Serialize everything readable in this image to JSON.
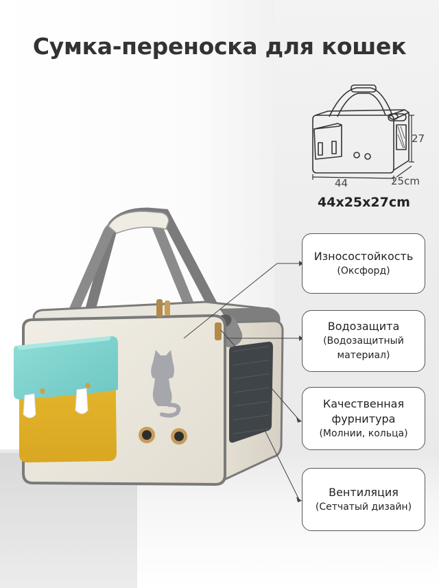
{
  "title": "Сумка-переноска для кошек",
  "dimensions": {
    "length": "44",
    "depth": "25cm",
    "height": "27",
    "summary": "44x25x27cm"
  },
  "features": [
    {
      "title": "Износостойкость",
      "subtitle": "(Оксфорд)"
    },
    {
      "title": "Водозащита",
      "subtitle": "(Водозащитный материал)"
    },
    {
      "title": "Качественная фурнитура",
      "subtitle": "(Молнии, кольца)"
    },
    {
      "title": "Вентиляция",
      "subtitle": "(Сетчатый дизайн)"
    }
  ],
  "colors": {
    "bag_body": "#ebe7dc",
    "flap": "#7fd3cf",
    "pocket": "#e5b52a",
    "trim": "#8a8a8a",
    "cat_silhouette": "#a6a6ad"
  },
  "icons": [
    "cat-silhouette-icon",
    "bag-line-drawing-icon"
  ]
}
